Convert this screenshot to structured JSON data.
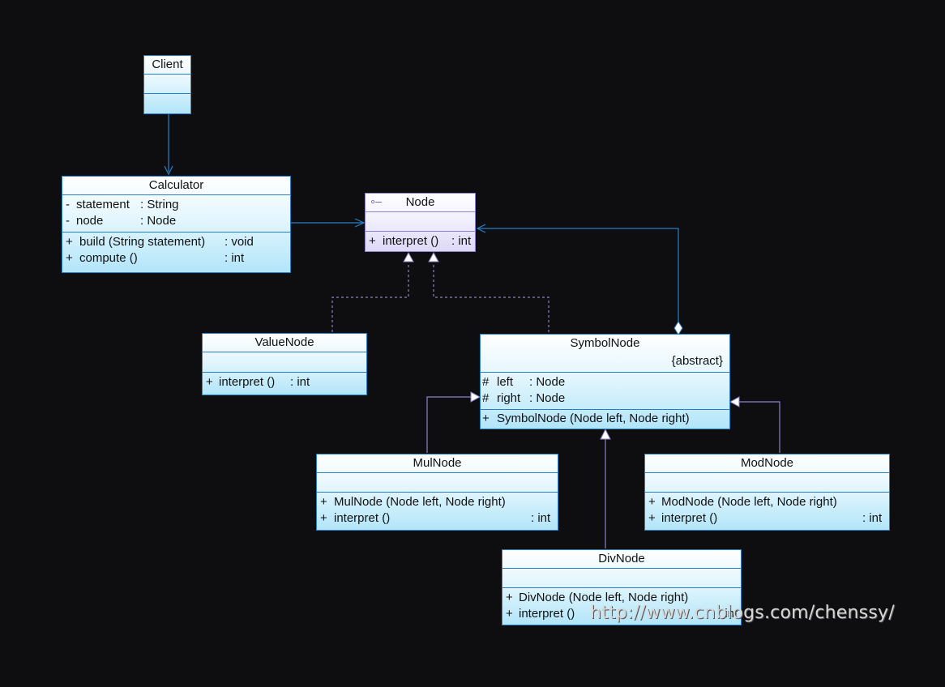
{
  "classes": {
    "client": {
      "name": "Client"
    },
    "calculator": {
      "name": "Calculator",
      "attributes": [
        {
          "vis": "-",
          "name": "statement",
          "type": ": String"
        },
        {
          "vis": "-",
          "name": "node",
          "type": ": Node"
        }
      ],
      "operations": [
        {
          "vis": "+",
          "name": "build (String statement)",
          "type": ": void"
        },
        {
          "vis": "+",
          "name": "compute ()",
          "type": ": int"
        }
      ]
    },
    "node": {
      "name": "Node",
      "icon": "interface-icon",
      "operations": [
        {
          "vis": "+",
          "name": "interpret ()",
          "type": ": int"
        }
      ]
    },
    "value_node": {
      "name": "ValueNode",
      "operations": [
        {
          "vis": "+",
          "name": "interpret ()",
          "type": ": int"
        }
      ]
    },
    "symbol_node": {
      "name": "SymbolNode",
      "stereotype": "{abstract}",
      "attributes": [
        {
          "vis": "#",
          "name": "left",
          "type": ": Node"
        },
        {
          "vis": "#",
          "name": "right",
          "type": ": Node"
        }
      ],
      "operations": [
        {
          "vis": "+",
          "name": "SymbolNode (Node left, Node right)",
          "type": ""
        }
      ]
    },
    "mul_node": {
      "name": "MulNode",
      "operations": [
        {
          "vis": "+",
          "name": "MulNode (Node left, Node right)",
          "type": ""
        },
        {
          "vis": "+",
          "name": "interpret ()",
          "type": ": int"
        }
      ]
    },
    "mod_node": {
      "name": "ModNode",
      "operations": [
        {
          "vis": "+",
          "name": "ModNode (Node left, Node right)",
          "type": ""
        },
        {
          "vis": "+",
          "name": "interpret ()",
          "type": ": int"
        }
      ]
    },
    "div_node": {
      "name": "DivNode",
      "operations": [
        {
          "vis": "+",
          "name": "DivNode (Node left, Node right)",
          "type": ""
        },
        {
          "vis": "+",
          "name": "interpret ()",
          "type": ": int"
        }
      ]
    }
  },
  "relations": [
    {
      "from": "Client",
      "to": "Calculator",
      "kind": "association"
    },
    {
      "from": "Calculator",
      "to": "Node",
      "kind": "association"
    },
    {
      "from": "ValueNode",
      "to": "Node",
      "kind": "realization"
    },
    {
      "from": "SymbolNode",
      "to": "Node",
      "kind": "realization"
    },
    {
      "from": "SymbolNode",
      "to": "Node",
      "kind": "composition"
    },
    {
      "from": "MulNode",
      "to": "SymbolNode",
      "kind": "generalization"
    },
    {
      "from": "DivNode",
      "to": "SymbolNode",
      "kind": "generalization"
    },
    {
      "from": "ModNode",
      "to": "SymbolNode",
      "kind": "generalization"
    }
  ],
  "watermark": "http://www.cnblogs.com/chenssy/",
  "colors": {
    "background": "#0e0e10",
    "line": "#2a7fc4",
    "interface_line": "#8a83c9"
  }
}
